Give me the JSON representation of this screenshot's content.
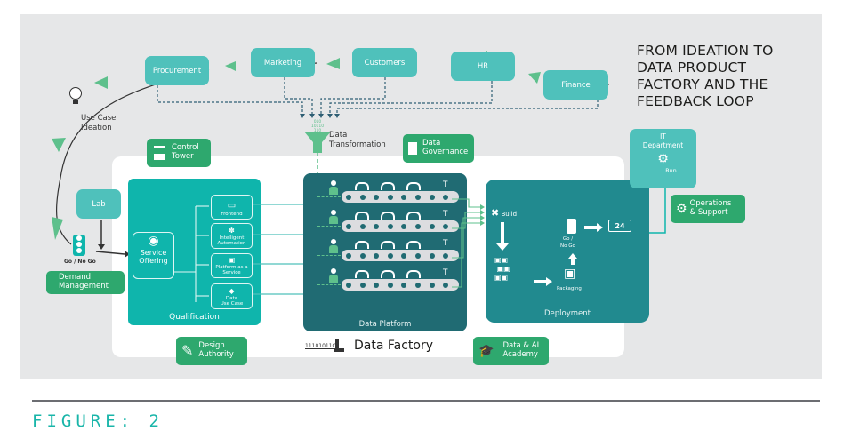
{
  "title": "FROM IDEATION TO DATA PRODUCT FACTORY AND THE FEEDBACK LOOP",
  "title_lines": [
    "FROM IDEATION TO",
    "DATA PRODUCT",
    "FACTORY AND THE",
    "FEEDBACK LOOP"
  ],
  "departments": [
    {
      "label": "Procurement",
      "icon": "department"
    },
    {
      "label": "Marketing",
      "icon": "department"
    },
    {
      "label": "Customers",
      "icon": "department"
    },
    {
      "label": "HR",
      "icon": "department"
    },
    {
      "label": "Finance",
      "icon": "department"
    }
  ],
  "ideation": {
    "label_line1": "Use Case",
    "label_line2": "Ideation",
    "icon": "lightbulb-icon"
  },
  "data_transformation": {
    "label_line1": "Data",
    "label_line2": "Transformation",
    "funnel_bits": [
      "010",
      "10110",
      "110"
    ]
  },
  "governance_tags": {
    "control_tower": {
      "line1": "Control",
      "line2": "Tower"
    },
    "data_governance": {
      "line1": "Data",
      "line2": "Governance"
    },
    "design_authority": {
      "line1": "Design",
      "line2": "Authority"
    },
    "academy": {
      "line1": "Data & AI",
      "line2": "Academy"
    },
    "operations": {
      "line1": "Operations",
      "line2": "& Support"
    },
    "demand": {
      "line1": "Demand",
      "line2": "Management"
    }
  },
  "lab": {
    "label": "Lab"
  },
  "go_no_go": {
    "label": "Go / No Go"
  },
  "qualification": {
    "label": "Qualification",
    "service_offering": {
      "line1": "Service",
      "line2": "Offering"
    },
    "items": [
      {
        "line1": "Frontend",
        "line2": "",
        "icon": "laptop-icon"
      },
      {
        "line1": "Intelligent",
        "line2": "Automation",
        "icon": "brain-icon"
      },
      {
        "line1": "Platform as a",
        "line2": "Service",
        "icon": "server-icon"
      },
      {
        "line1": "Data",
        "line2": "Use Case",
        "icon": "diamond-icon"
      }
    ]
  },
  "data_platform": {
    "label": "Data Platform",
    "lines": 4
  },
  "data_factory": {
    "label": "Data Factory",
    "binary": "11101011O"
  },
  "deployment": {
    "label": "Deployment",
    "build": "Build",
    "go_no_go_line1": "Go /",
    "go_no_go_line2": "No Go",
    "packaging": "Packaging",
    "truck_badge": "24"
  },
  "it_department": {
    "line1": "IT",
    "line2": "Department",
    "run": "Run"
  },
  "figure_caption": "FIGURE: 2",
  "colors": {
    "teal": "#4fc1bb",
    "green": "#2ea86e",
    "dark_teal": "#206b73",
    "deployment": "#218a8f",
    "qualification": "#0fb5ac",
    "caption": "#19b5a9"
  }
}
